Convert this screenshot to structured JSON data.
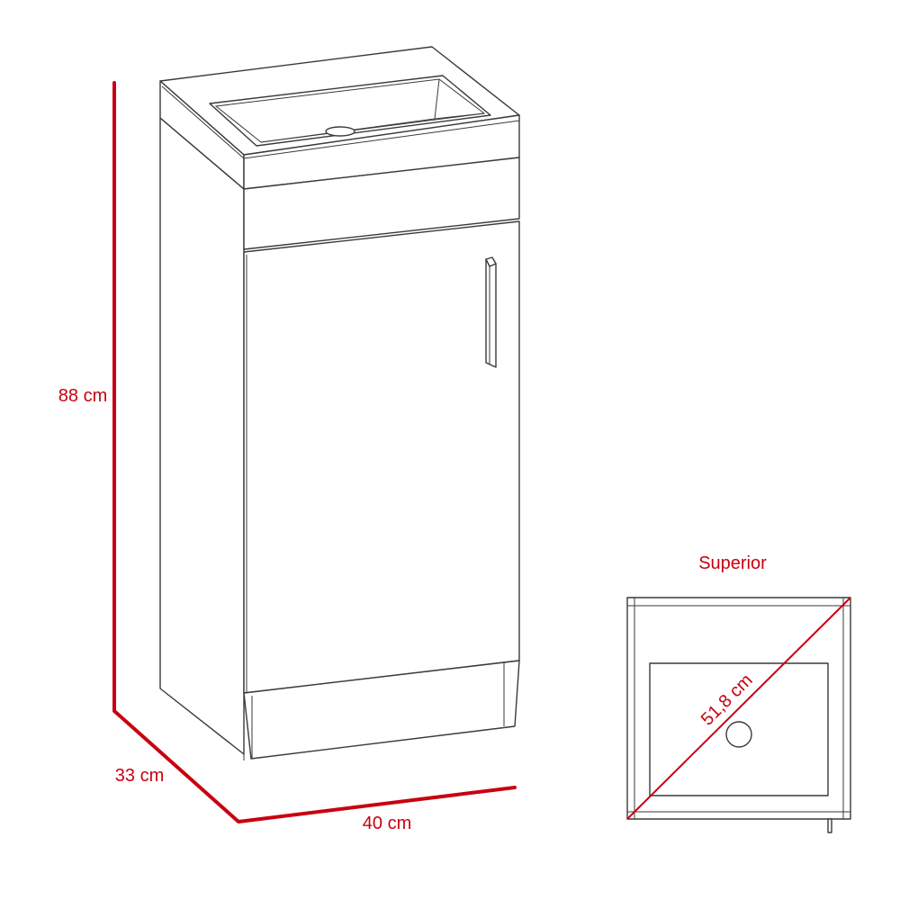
{
  "colors": {
    "dimension": "#c8000f",
    "outline": "#3a3a3a",
    "background": "#ffffff"
  },
  "dimensions": {
    "height": "88 cm",
    "depth": "33 cm",
    "width": "40 cm",
    "diagonal": "51,8 cm"
  },
  "top_view": {
    "title": "Superior"
  }
}
